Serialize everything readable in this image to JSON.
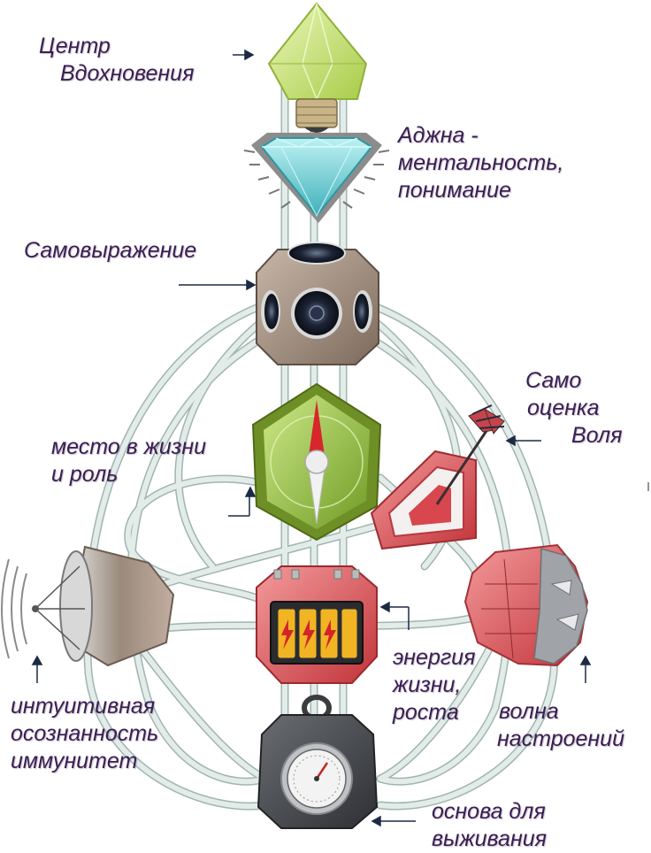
{
  "colors": {
    "label_text": "#3a1e52",
    "channel": "#dfe9e6",
    "channel_outline": "#9fb5b0",
    "pointer": "#1c2a44"
  },
  "centers": [
    {
      "id": "head",
      "icon": "crystal-bulb-icon",
      "color": "#c9e27a",
      "lines": [
        "Центр",
        "Вдохновения"
      ]
    },
    {
      "id": "ajna",
      "icon": "diamond-icon",
      "color": "#7fd8dc",
      "lines": [
        "Аджна -",
        "ментальность,",
        "понимание"
      ]
    },
    {
      "id": "throat",
      "icon": "speaker-cube-icon",
      "color": "#a89482",
      "lines": [
        "Самовыражение"
      ]
    },
    {
      "id": "g-center",
      "icon": "compass-icon",
      "color": "#9cc63e",
      "lines": [
        "место в жизни",
        "и роль"
      ]
    },
    {
      "id": "ego",
      "icon": "target-arrow-icon",
      "color": "#e97d83",
      "lines": [
        "Само",
        "оценка",
        "Воля"
      ]
    },
    {
      "id": "spleen",
      "icon": "satellite-dish-icon",
      "color": "#a99585",
      "lines": [
        "интуитивная",
        "осознанность",
        "иммунитет"
      ]
    },
    {
      "id": "sacral",
      "icon": "battery-icon",
      "color": "#e0575b",
      "lines": [
        "энергия",
        "жизни,",
        "роста"
      ]
    },
    {
      "id": "solar-plexus",
      "icon": "face-mask-icon",
      "color": "#e58a8e",
      "lines": [
        "волна",
        "настроений"
      ]
    },
    {
      "id": "root",
      "icon": "weight-gauge-icon",
      "color": "#4a4d52",
      "lines": [
        "основа для",
        "выживания"
      ]
    }
  ]
}
